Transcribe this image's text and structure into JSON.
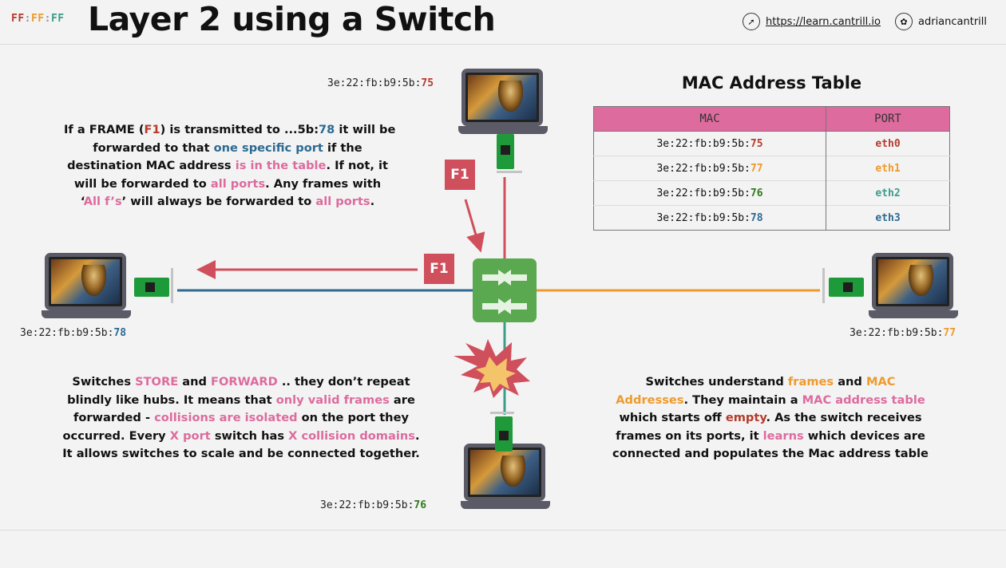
{
  "header": {
    "logo": [
      "FF",
      "FF",
      "FF"
    ],
    "logo_sep": ":",
    "logo_colors": [
      "#b43b2c",
      "#ee9a2c",
      "#3b9c8c"
    ],
    "title": "Layer 2 using a Switch",
    "link_icon": "compass-icon",
    "link": "https://learn.cantrill.io",
    "social_icon": "twitter-icon",
    "social": "adriancantrill"
  },
  "devices": {
    "top": {
      "mac_prefix": "3e:22:fb:b9:5b:",
      "mac_suffix": "75",
      "suffix_color": "#b43b2c"
    },
    "left": {
      "mac_prefix": "3e:22:fb:b9:5b:",
      "mac_suffix": "78",
      "suffix_color": "#2c6a92"
    },
    "right": {
      "mac_prefix": "3e:22:fb:b9:5b:",
      "mac_suffix": "77",
      "suffix_color": "#ee9a2c"
    },
    "bottom": {
      "mac_prefix": "3e:22:fb:b9:5b:",
      "mac_suffix": "76",
      "suffix_color": "#2f7a1e"
    }
  },
  "frames": {
    "top_label": "F1",
    "left_label": "F1"
  },
  "mac_table": {
    "title": "MAC Address Table",
    "col_mac": "MAC",
    "col_port": "PORT",
    "rows": [
      {
        "mac_prefix": "3e:22:fb:b9:5b:",
        "mac_suffix": "75",
        "port": "eth0",
        "color": "#b43b2c"
      },
      {
        "mac_prefix": "3e:22:fb:b9:5b:",
        "mac_suffix": "77",
        "port": "eth1",
        "color": "#ee9a2c"
      },
      {
        "mac_prefix": "3e:22:fb:b9:5b:",
        "mac_suffix": "76",
        "port": "eth2",
        "color": "#3b9c8c"
      },
      {
        "mac_prefix": "3e:22:fb:b9:5b:",
        "mac_suffix": "78",
        "port": "eth3",
        "color": "#2c6a92"
      }
    ]
  },
  "text_forwarding": {
    "l1_a": "If a FRAME (",
    "l1_b": "F1",
    "l1_c": ") is transmitted to ...5b:",
    "l1_d": "78",
    "l1_e": " it will be",
    "l2_a": "forwarded to that ",
    "l2_b": "one specific port",
    "l2_c": " if the",
    "l3_a": "destination MAC address ",
    "l3_b": "is in the table",
    "l3_c": ". If not, it",
    "l4_a": "will be forwarded to ",
    "l4_b": "all ports",
    "l4_c": ". Any frames with",
    "l5_a": "‘",
    "l5_b": "All f’s",
    "l5_c": "’ will always be forwarded to ",
    "l5_d": "all ports",
    "l5_e": "."
  },
  "text_store": {
    "l1_a": "Switches ",
    "l1_b": "STORE",
    "l1_c": " and ",
    "l1_d": "FORWARD",
    "l1_e": " .. they don’t repeat",
    "l2_a": "blindly like hubs. It means that ",
    "l2_b": "only valid frames",
    "l2_c": " are",
    "l3_a": "forwarded - ",
    "l3_b": "collisions are isolated",
    "l3_c": " on the port they",
    "l4_a": "occurred. Every ",
    "l4_b": "X port",
    "l4_c": " switch has ",
    "l4_d": "X collision domains",
    "l4_e": ".",
    "l5_a": "It allows switches to scale and be connected together."
  },
  "text_learn": {
    "l1_a": "Switches understand ",
    "l1_b": "frames",
    "l1_c": " and ",
    "l1_d": "MAC",
    "l2_a": "Addresses",
    "l2_b": ". They maintain a ",
    "l2_c": "MAC address table",
    "l3_a": "which starts off ",
    "l3_b": "empty",
    "l3_c": ". As the switch receives",
    "l4_a": "frames on its ports, it ",
    "l4_b": "learns",
    "l4_c": " which devices are",
    "l5_a": "connected and populates the Mac address table"
  }
}
